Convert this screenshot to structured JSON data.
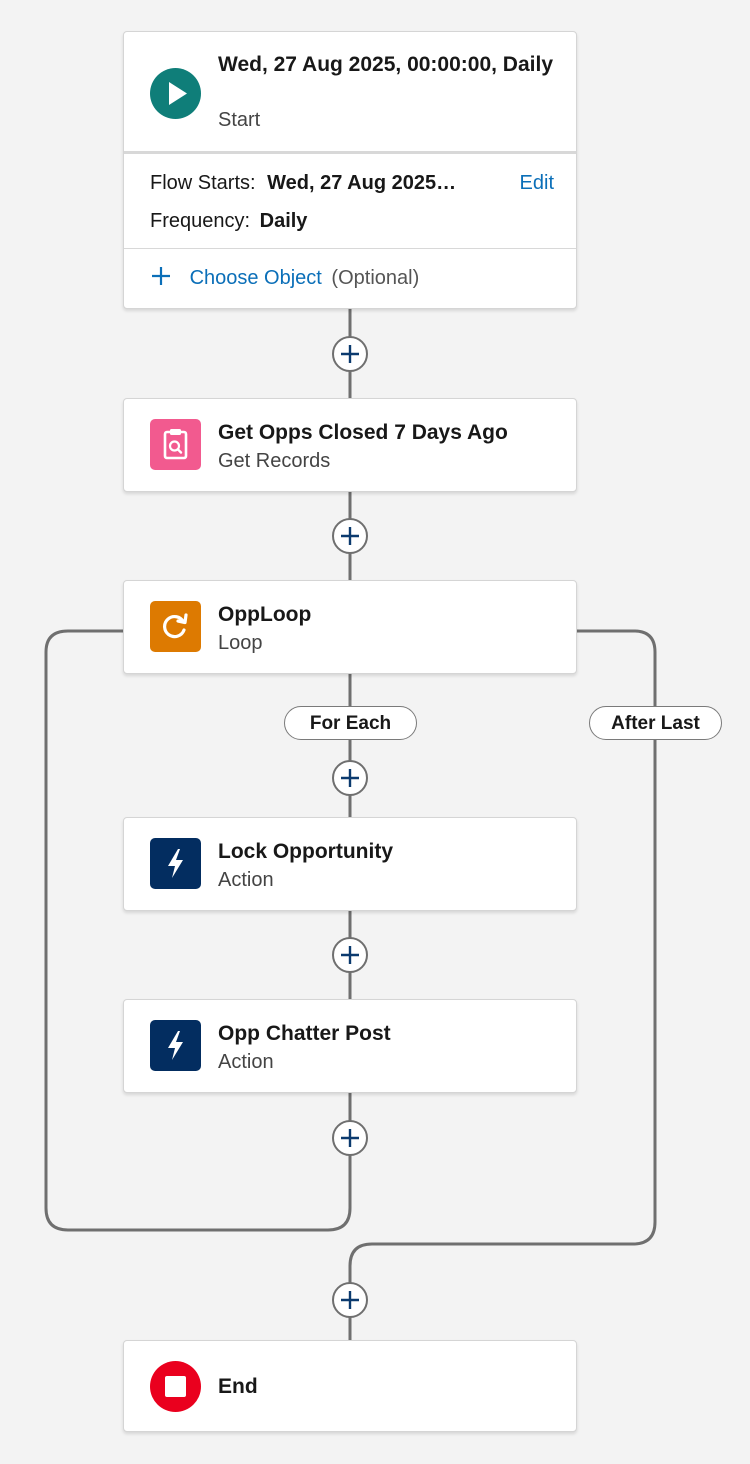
{
  "start": {
    "title": "Wed, 27 Aug 2025, 00:00:00, Daily",
    "subtitle": "Start",
    "flow_starts_label": "Flow Starts:",
    "flow_starts_value": "Wed, 27 Aug 2025…",
    "edit_label": "Edit",
    "frequency_label": "Frequency:",
    "frequency_value": "Daily",
    "choose_object_label": "Choose Object",
    "choose_object_optional": "(Optional)",
    "icon": "play-icon",
    "color": "#0f7e79"
  },
  "get_records": {
    "title": "Get Opps Closed 7 Days Ago",
    "subtitle": "Get Records",
    "icon": "clipboard-search-icon",
    "color": "#f25a8f"
  },
  "loop": {
    "title": "OppLoop",
    "subtitle": "Loop",
    "icon": "loop-icon",
    "color": "#dd7a01",
    "for_each_label": "For Each",
    "after_last_label": "After Last"
  },
  "lock_action": {
    "title": "Lock Opportunity",
    "subtitle": "Action",
    "icon": "lightning-icon",
    "color": "#032d60"
  },
  "chatter_action": {
    "title": "Opp Chatter Post",
    "subtitle": "Action",
    "icon": "lightning-icon",
    "color": "#032d60"
  },
  "end": {
    "title": "End",
    "icon": "stop-icon",
    "color": "#ea001e"
  }
}
